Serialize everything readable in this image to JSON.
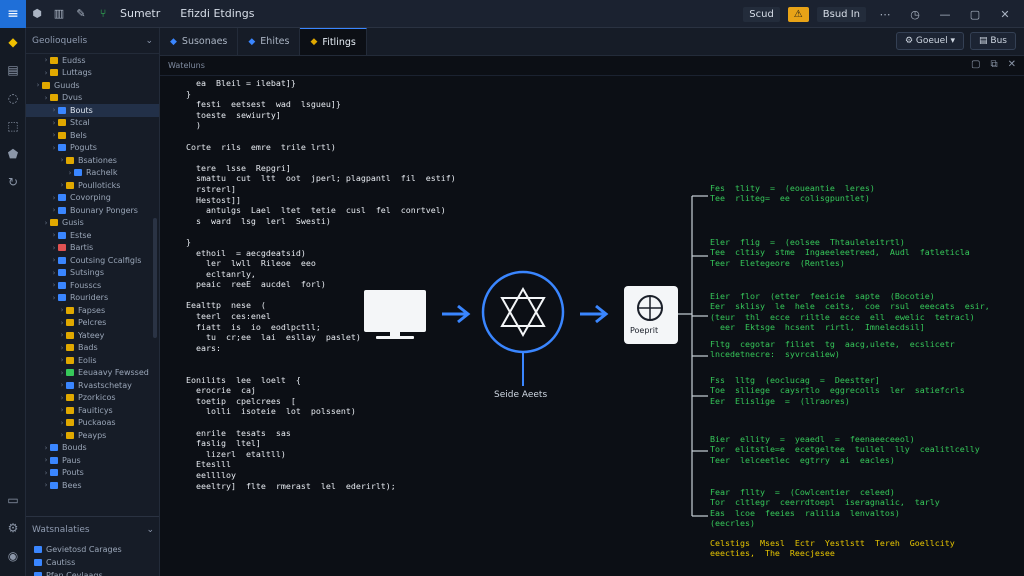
{
  "titlebar": {
    "app_name": "Sumetr",
    "project": "Efizdi Etdings",
    "right_chip1": "Scud",
    "right_chip2": "Bsud In"
  },
  "sidebar": {
    "header": "Geolioquelis",
    "tree": [
      {
        "label": "Eudss",
        "depth": 1,
        "color": "#e0a800"
      },
      {
        "label": "Luttags",
        "depth": 1,
        "color": "#e0a800"
      },
      {
        "label": "Guuds",
        "depth": 0,
        "color": "#e0a800"
      },
      {
        "label": "Dvus",
        "depth": 1,
        "color": "#e0a800"
      },
      {
        "label": "Bouts",
        "depth": 2,
        "color": "#3a86ff",
        "selected": true
      },
      {
        "label": "Stcal",
        "depth": 2,
        "color": "#e0a800"
      },
      {
        "label": "Bels",
        "depth": 2,
        "color": "#e0a800"
      },
      {
        "label": "Poguts",
        "depth": 2,
        "color": "#3a86ff"
      },
      {
        "label": "Bsationes",
        "depth": 3,
        "color": "#e0a800"
      },
      {
        "label": "Rachelk",
        "depth": 4,
        "color": "#3a86ff"
      },
      {
        "label": "Poulloticks",
        "depth": 3,
        "color": "#e0a800"
      },
      {
        "label": "Covorping",
        "depth": 2,
        "color": "#3a86ff"
      },
      {
        "label": "Bounary Pongers",
        "depth": 2,
        "color": "#3a86ff"
      },
      {
        "label": "Gusis",
        "depth": 1,
        "color": "#e0a800"
      },
      {
        "label": "Estse",
        "depth": 2,
        "color": "#3a86ff"
      },
      {
        "label": "Bartis",
        "depth": 2,
        "color": "#e05252"
      },
      {
        "label": "Coutsing Ccalfigls",
        "depth": 2,
        "color": "#3a86ff"
      },
      {
        "label": "Sutsings",
        "depth": 2,
        "color": "#3a86ff"
      },
      {
        "label": "Fousscs",
        "depth": 2,
        "color": "#3a86ff"
      },
      {
        "label": "Rouriders",
        "depth": 2,
        "color": "#3a86ff"
      },
      {
        "label": "Fapses",
        "depth": 3,
        "color": "#e0a800"
      },
      {
        "label": "Pelcres",
        "depth": 3,
        "color": "#e0a800"
      },
      {
        "label": "Yateey",
        "depth": 3,
        "color": "#e0a800"
      },
      {
        "label": "Bads",
        "depth": 3,
        "color": "#e0a800"
      },
      {
        "label": "Eolis",
        "depth": 3,
        "color": "#e0a800"
      },
      {
        "label": "Eeuaavy Fewssed",
        "depth": 3,
        "color": "#36c85a"
      },
      {
        "label": "Rvastschetay",
        "depth": 3,
        "color": "#3a86ff"
      },
      {
        "label": "Pzorkicos",
        "depth": 3,
        "color": "#e0a800"
      },
      {
        "label": "Fauiticys",
        "depth": 3,
        "color": "#e0a800"
      },
      {
        "label": "Puckaoas",
        "depth": 3,
        "color": "#e0a800"
      },
      {
        "label": "Peayps",
        "depth": 3,
        "color": "#e0a800"
      },
      {
        "label": "Bouds",
        "depth": 1,
        "color": "#3a86ff"
      },
      {
        "label": "Paus",
        "depth": 1,
        "color": "#3a86ff"
      },
      {
        "label": "Pouts",
        "depth": 1,
        "color": "#3a86ff"
      },
      {
        "label": "Bees",
        "depth": 1,
        "color": "#3a86ff"
      }
    ],
    "section_header": "Watsnalaties",
    "section_items": [
      "Gevietosd Carages",
      "Cautiss",
      "Pfan Cevlaags"
    ]
  },
  "tabs": [
    {
      "label": "Susonaes",
      "icon_color": "#3a86ff",
      "active": false
    },
    {
      "label": "Ehites",
      "icon_color": "#3a86ff",
      "active": false
    },
    {
      "label": "Fitlings",
      "icon_color": "#e0a800",
      "active": true
    }
  ],
  "tab_actions": [
    "Goeuel",
    "Bus"
  ],
  "breadcrumb": "Wateluns",
  "code_lines": [
    "  ea  Bleil = ilebat]}",
    "}",
    "  festi  eetsest  wad  lsgueu]}",
    "  toeste  sewiurty]",
    "  )",
    "",
    "Corte  rils  emre  trile lrtl)",
    "",
    "  tere  lsse  Repgri]",
    "  smattu  cut  ltt  oot  jperl; plagpantl  fil  estif)",
    "  rstrerl]",
    "  Hestost]]",
    "    antulgs  Lael  ltet  tetie  cusl  fel  conrtvel)",
    "  s  ward  lsg  lerl  Swesti)",
    "",
    "}",
    "  ethoil  = aecgdeatsid)",
    "    ler  lwll  Rileoe  eeo",
    "    ecltanrly,",
    "  peaic  reeE  aucdel  forl)",
    "",
    "Eealttp  nese  (",
    "  teerl  ces:enel",
    "  fiatt  is  io  eodlpctll;",
    "    tu  cr;ee  lai  esllay  paslet)",
    "  ears:",
    "",
    "",
    "Eonilits  lee  loelt  {",
    "  erocrie  caj",
    "  toetip  cpelcrees  [",
    "    lolli  isoteie  lot  polssent)",
    "",
    "  enrile  tesats  sas",
    "  faslig  ltel]",
    "    lizerl  etaltll)",
    "  Eteslll",
    "  eelllloy",
    "  eeeltry]  flte  rmerast  lel  ederirlt);"
  ],
  "diagram": {
    "center_label": "Seide Aeets",
    "right_label": "Poeprit",
    "line_color": "#3a86ff",
    "accent_green": "#36c85a",
    "accent_yellow": "#e8c600",
    "blocks": [
      {
        "lines": [
          "Fes  tlity  =  (eoueantie  leres)",
          "Tee  rliteg=  ee  colisgpuntlet)"
        ],
        "color": "green"
      },
      {
        "lines": [
          "Eler  flig  =  (eolsee  Thtauleleitrtl)",
          "Tee  cltisy  stme  Ingaeeleetreed,  Audl  fatleticla",
          "Teer  Eletegeore  (Rentles)"
        ],
        "color": "green"
      },
      {
        "lines": [
          "Eier  flor  (etter  feeicie  sapte  (Bocotie)",
          "Eer  sklisy  le  hele  ceits,  coe  rsul  eeecats  esir,",
          "(teur  thl  ecce  riltle  ecce  ell  ewelic  tetracl)",
          "  eer  Ektsge  hcsent  rirtl,  Imnelecdsil]"
        ],
        "color": "green"
      },
      {
        "lines": [
          "Fltg  cegotar  filiet  tg  aacg,ulete,  ecslicetr",
          "lncedetnecre:  syvrcaliew)"
        ],
        "color": "green"
      },
      {
        "lines": [
          "Fss  lltg  (eoclucag  =  Deestter]",
          "Toe  slliege  caysrtlo  eggrecolls  ler  satiefcrls",
          "Eer  Elislige  =  (llraores)"
        ],
        "color": "green"
      },
      {
        "lines": [
          "Bier  ellity  =  yeaedl  =  feenaeeceeol)",
          "Tor  elitstle=e  ecetgeltee  tullel  lly  cealitlcelly",
          "Teer  lelceetlec  egtrry  ai  eacles)"
        ],
        "color": "green"
      },
      {
        "lines": [
          "Fear  fllty  =  (Cowlcentier  celeed)",
          "Tor  cltlegr  ceerrdtoepl  iseragnalic,  tarly",
          "Eas  lcoe  feeies  ralilia  lenvaltos)",
          "(eecrles)"
        ],
        "color": "green"
      },
      {
        "lines": [
          "Celstigs  Msesl  Ectr  Yestlstt  Tereh  Goellcity",
          "eeecties,  The  Reecjesee"
        ],
        "color": "yellow"
      }
    ]
  }
}
